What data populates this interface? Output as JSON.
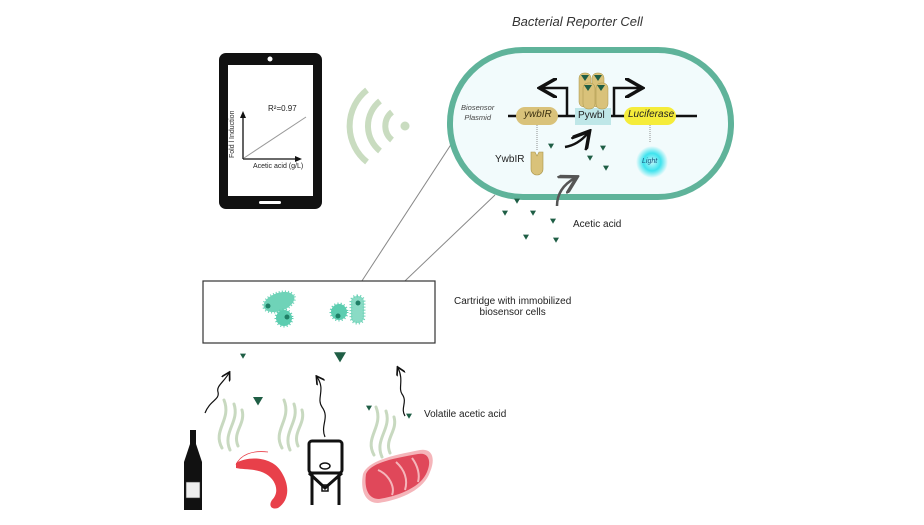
{
  "title": "Bacterial Reporter Cell",
  "tablet": {
    "y_axis_label": "Fold l Induction",
    "x_axis_label": "Acetic acid  (g/L)",
    "r_squared_label": "R²=0.97",
    "r_squared_value": 0.97
  },
  "cell": {
    "plasmid_label_line1": "Biosensor",
    "plasmid_label_line2": "Plasmid",
    "gene_regulator": "ywbIR",
    "promoter": "Pywbl",
    "reporter_gene": "Luciferase",
    "protein": "YwbIR",
    "output": "Light"
  },
  "labels": {
    "acetic_acid": "Acetic acid",
    "cartridge_line1": "Cartridge with immobilized",
    "cartridge_line2": "biosensor cells",
    "volatile": "Volatile acetic acid"
  },
  "sources": [
    "champagne-bottle",
    "shrimp",
    "fermentation-tank",
    "steak"
  ],
  "colors": {
    "cell_border": "#5fb39a",
    "cell_fill": "#f2fbfc",
    "acid_triangle": "#1f5e45",
    "protein": "#d9c27a",
    "luciferase": "#f5ec3a",
    "light_glow": "#3fe3ee",
    "promoter_box": "#bfe7e8",
    "wifi": "#c9dcc0",
    "biosensor_cell": "#6fd3b8",
    "vapor": "#c8d9c0",
    "meat": "#e0485a",
    "shrimp": "#e8404a"
  }
}
